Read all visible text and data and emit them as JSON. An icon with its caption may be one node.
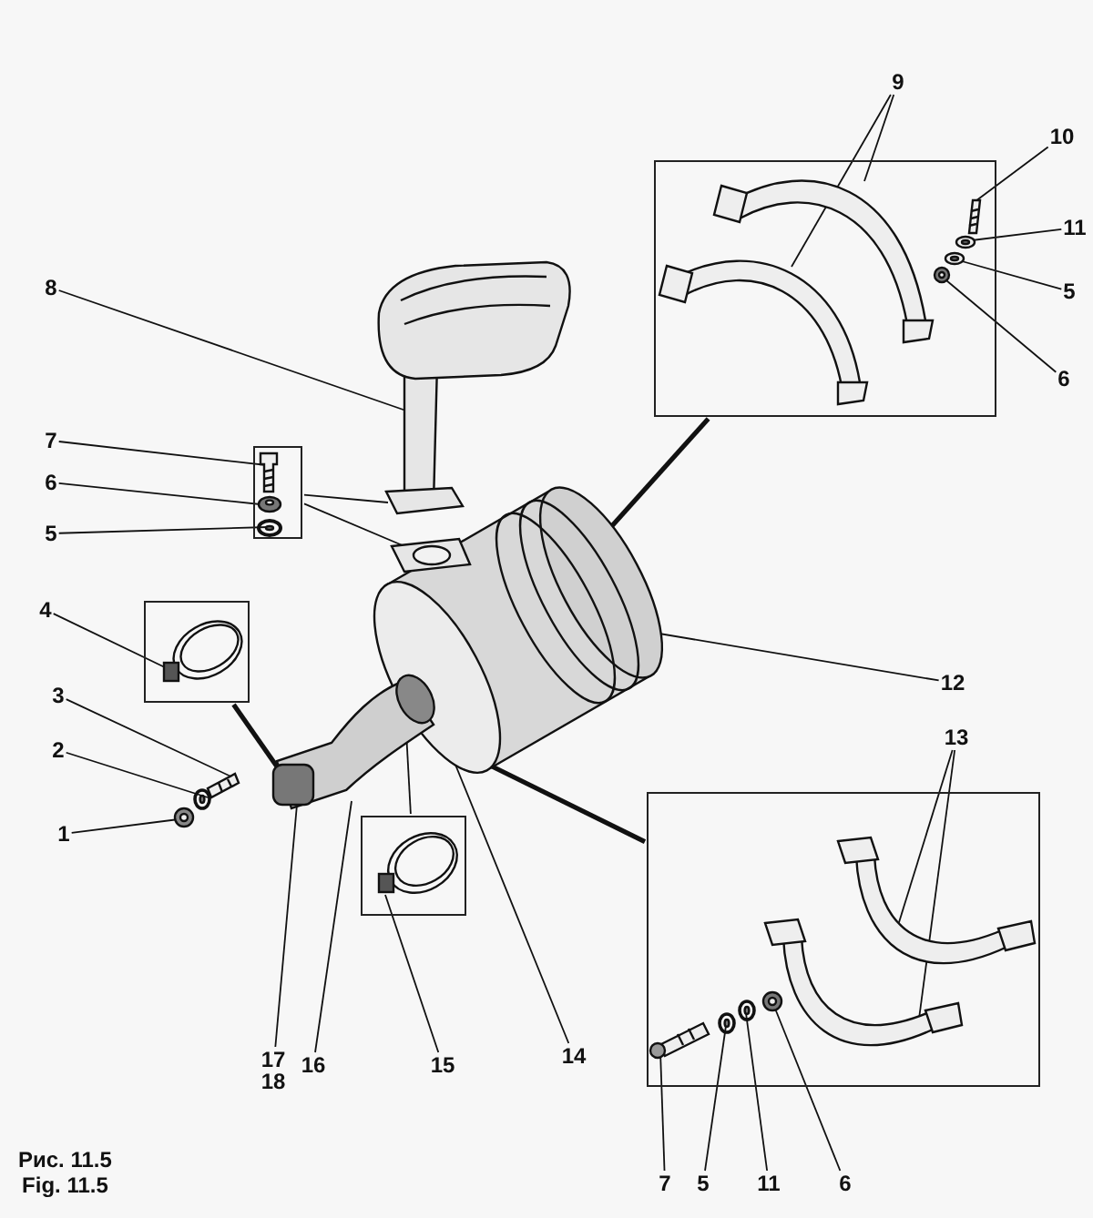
{
  "diagram": {
    "nodes": [
      {
        "text": [
          "9"
        ]
      },
      {
        "text": [
          "10"
        ]
      },
      {
        "text": [],
        "shape": "box"
      },
      {
        "text": [
          "11"
        ]
      },
      {
        "text": [
          "8"
        ]
      },
      {
        "text": [
          "5"
        ]
      },
      {
        "text": [
          "6"
        ]
      },
      {
        "text": [
          "7"
        ]
      },
      {
        "text": [],
        "shape": "box"
      },
      {
        "text": [
          "6"
        ]
      },
      {
        "text": [
          "5"
        ]
      },
      {
        "text": [],
        "shape": "box"
      },
      {
        "text": [
          "4"
        ]
      },
      {
        "text": [
          "12"
        ]
      },
      {
        "text": [
          "3"
        ]
      },
      {
        "text": [
          "13"
        ]
      },
      {
        "text": [
          "2"
        ]
      },
      {
        "text": [],
        "shape": "box"
      },
      {
        "text": [],
        "shape": "box"
      },
      {
        "text": [
          "1"
        ]
      },
      {
        "text": [
          "14"
        ]
      },
      {
        "text": [
          "15"
        ]
      },
      {
        "text": [
          "16"
        ]
      },
      {
        "text": [
          "17",
          "18"
        ]
      },
      {
        "text": [
          "7"
        ]
      },
      {
        "text": [
          "5"
        ]
      },
      {
        "text": [
          "11"
        ]
      },
      {
        "text": [
          "6"
        ]
      },
      {
        "text": [],
        "shape": "picture",
        "in": 2
      },
      {
        "text": [],
        "shape": "picture",
        "in": 2
      },
      {
        "text": [],
        "shape": "bar",
        "in": 2
      },
      {
        "text": [],
        "shape": "circle",
        "in": 2
      },
      {
        "text": [],
        "shape": "circle",
        "in": 2
      },
      {
        "text": [],
        "shape": "circle",
        "in": 2
      },
      {
        "text": [],
        "shape": "bar",
        "in": 8
      },
      {
        "text": [],
        "shape": "circle",
        "in": 8
      },
      {
        "text": [],
        "shape": "circle",
        "in": 8
      },
      {
        "text": [],
        "shape": "picture",
        "in": 11
      },
      {
        "text": [],
        "shape": "picture",
        "in": 18
      },
      {
        "text": [],
        "shape": "picture",
        "in": 17
      },
      {
        "text": [],
        "shape": "picture",
        "in": 17
      },
      {
        "text": [],
        "shape": "bar",
        "in": 17
      },
      {
        "text": [],
        "shape": "circle",
        "in": 17
      },
      {
        "text": [],
        "shape": "circle",
        "in": 17
      },
      {
        "text": [],
        "shape": "circle",
        "in": 17
      },
      {
        "text": [],
        "shape": "picture"
      },
      {
        "text": [],
        "shape": "picture"
      },
      {
        "text": [],
        "shape": "bar"
      },
      {
        "text": [],
        "shape": "circle"
      },
      {
        "text": [],
        "shape": "circle"
      }
    ],
    "edges": [
      {
        "from": 0,
        "to": 28,
        "arrow": "none"
      },
      {
        "from": 0,
        "to": 29,
        "arrow": "none"
      },
      {
        "from": 1,
        "to": 30,
        "arrow": "none"
      },
      {
        "from": 2,
        "to": 45,
        "arrow": "none",
        "style": "thick"
      },
      {
        "from": 3,
        "to": 31,
        "arrow": "none"
      },
      {
        "from": 4,
        "to": 46,
        "arrow": "none"
      },
      {
        "from": 5,
        "to": 32,
        "arrow": "none"
      },
      {
        "from": 6,
        "to": 33,
        "arrow": "none"
      },
      {
        "from": 7,
        "to": 34,
        "arrow": "none"
      },
      {
        "from": 8,
        "to": 46,
        "arrow": "none"
      },
      {
        "from": 8,
        "to": 45,
        "arrow": "none"
      },
      {
        "from": 9,
        "to": 35,
        "arrow": "none"
      },
      {
        "from": 10,
        "to": 36,
        "arrow": "none"
      },
      {
        "from": 11,
        "to": 45,
        "arrow": "none",
        "style": "thick"
      },
      {
        "from": 12,
        "to": 37,
        "arrow": "none"
      },
      {
        "from": 13,
        "to": 45,
        "arrow": "none"
      },
      {
        "from": 14,
        "to": 47,
        "arrow": "none"
      },
      {
        "from": 15,
        "to": 39,
        "arrow": "none"
      },
      {
        "from": 15,
        "to": 40,
        "arrow": "none"
      },
      {
        "from": 16,
        "to": 48,
        "arrow": "none"
      },
      {
        "from": 17,
        "to": 45,
        "arrow": "none",
        "style": "thick"
      },
      {
        "from": 18,
        "to": 45,
        "arrow": "none"
      },
      {
        "from": 19,
        "to": 49,
        "arrow": "none"
      },
      {
        "from": 20,
        "to": 45,
        "arrow": "none"
      },
      {
        "from": 21,
        "to": 38,
        "arrow": "none"
      },
      {
        "from": 22,
        "to": 45,
        "arrow": "none"
      },
      {
        "from": 23,
        "to": 45,
        "arrow": "none"
      },
      {
        "from": 24,
        "to": 41,
        "arrow": "none"
      },
      {
        "from": 25,
        "to": 42,
        "arrow": "none"
      },
      {
        "from": 26,
        "to": 43,
        "arrow": "none"
      },
      {
        "from": 27,
        "to": 44,
        "arrow": "none"
      }
    ],
    "labels": [
      "Рис. 11.5",
      "Fig. 11.5"
    ]
  }
}
